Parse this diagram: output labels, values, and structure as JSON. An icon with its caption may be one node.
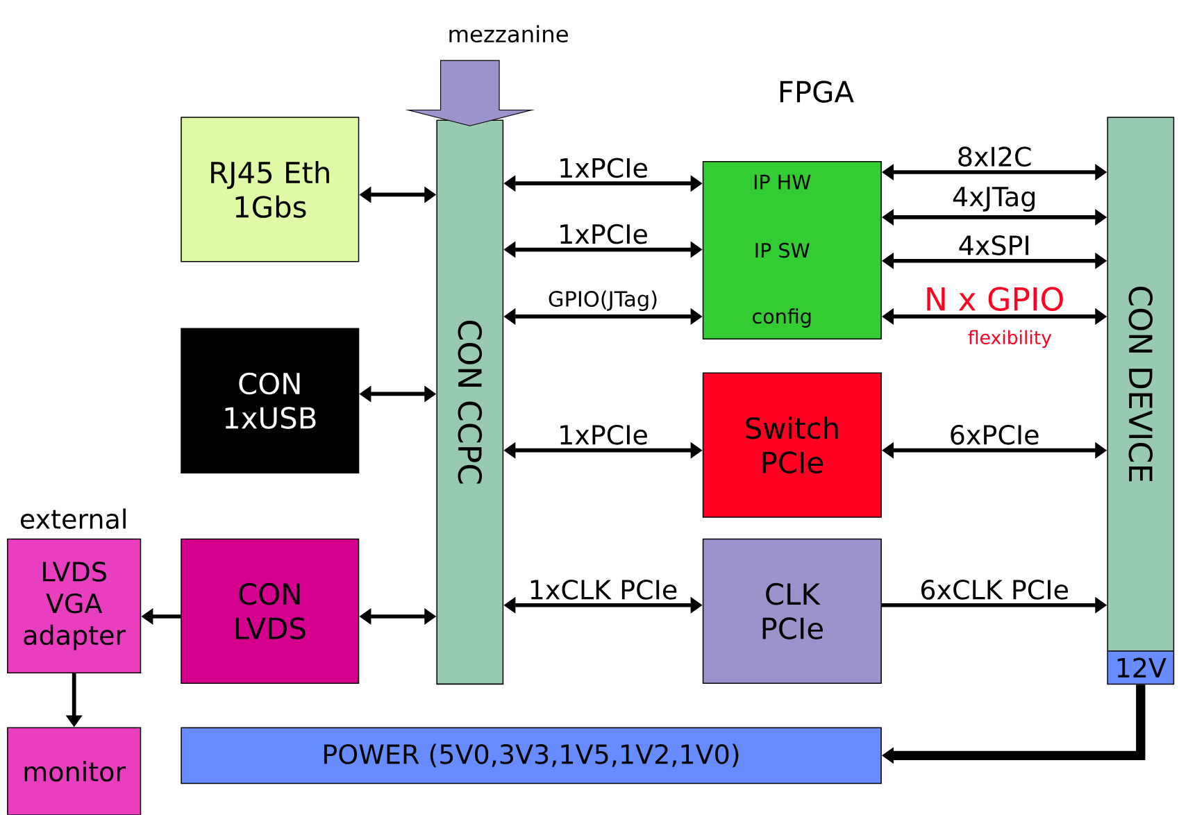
{
  "diagram": {
    "nodes": [
      {
        "text": [
          "mezzanine"
        ]
      },
      {
        "text": [
          "RJ45 Eth 1Gbs"
        ]
      },
      {
        "text": [
          "CON CCPC"
        ]
      },
      {
        "text": [
          "FPGA",
          "IP HW",
          "IP SW",
          "config"
        ]
      },
      {
        "text": [
          "CON DEVICE"
        ]
      },
      {
        "text": [
          "12V"
        ]
      },
      {
        "text": [
          "CON 1xUSB"
        ]
      },
      {
        "text": [
          "Switch PCIe"
        ]
      },
      {
        "text": [
          "external",
          "LVDS VGA adapter"
        ]
      },
      {
        "text": [
          "CON LVDS"
        ]
      },
      {
        "text": [
          "CLK PCIe"
        ]
      },
      {
        "text": [
          "monitor"
        ]
      },
      {
        "text": [
          "POWER (5V0,3V3,1V5,1V2,1V0)"
        ]
      }
    ],
    "edges": [
      {
        "from": 0,
        "to": 2,
        "arrow": "to",
        "style": "thick",
        "color": "#9b93cc"
      },
      {
        "from": 1,
        "to": 2,
        "arrow": "both"
      },
      {
        "from": 2,
        "to": 3,
        "arrow": "both",
        "label": "1xPCIe"
      },
      {
        "from": 2,
        "to": 3,
        "arrow": "both",
        "label": "1xPCIe"
      },
      {
        "from": 2,
        "to": 3,
        "arrow": "both",
        "label": "GPIO(JTag)"
      },
      {
        "from": 3,
        "to": 4,
        "arrow": "both",
        "label": "8xI2C"
      },
      {
        "from": 3,
        "to": 4,
        "arrow": "both",
        "label": "4xJTag"
      },
      {
        "from": 3,
        "to": 4,
        "arrow": "both",
        "label": "4xSPI"
      },
      {
        "from": 3,
        "to": 4,
        "arrow": "both",
        "label": "N x GPIO"
      },
      {
        "from": 6,
        "to": 2,
        "arrow": "both"
      },
      {
        "from": 2,
        "to": 7,
        "arrow": "both",
        "label": "1xPCIe"
      },
      {
        "from": 7,
        "to": 4,
        "arrow": "both",
        "label": "6xPCIe"
      },
      {
        "from": 9,
        "to": 2,
        "arrow": "both"
      },
      {
        "from": 9,
        "to": 8,
        "arrow": "to"
      },
      {
        "from": 2,
        "to": 10,
        "arrow": "both",
        "label": "1xCLK PCIe"
      },
      {
        "from": 10,
        "to": 4,
        "arrow": "to",
        "label": "6xCLK PCIe"
      },
      {
        "from": 8,
        "to": 11,
        "arrow": "to"
      },
      {
        "from": 5,
        "to": 12,
        "arrow": "to",
        "style": "thick"
      }
    ],
    "labels": [
      "flexibility"
    ]
  }
}
